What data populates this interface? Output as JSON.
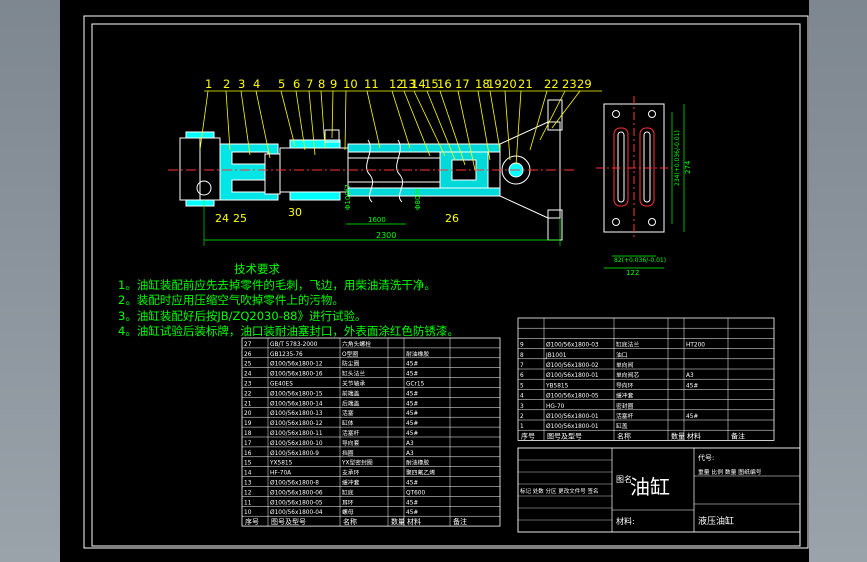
{
  "colors": {
    "bg": "#000000",
    "frame": "#ffffff",
    "green": "#00ff00",
    "yellow": "#ffff00",
    "cyan": "#00ffff",
    "red": "#ff3333",
    "magenta": "#ff00ff",
    "blue": "#4466ff"
  },
  "balloons": [
    "1",
    "2",
    "3",
    "4",
    "5",
    "6",
    "7",
    "8",
    "9",
    "10",
    "11",
    "12",
    "13",
    "14",
    "15",
    "16",
    "17",
    "18",
    "19",
    "20",
    "21",
    "22",
    "23",
    "29"
  ],
  "lower_labels": {
    "l24": "24",
    "l25": "25",
    "l30": "30",
    "l26": "26"
  },
  "dims": {
    "total": "2300",
    "stroke": "1600",
    "side_h": "274",
    "side_w": "122",
    "side_v": "234(+0.036/-0.01)",
    "side_bottom": "82(+0.036/-0.01)",
    "phi_a": "Φ100f7",
    "phi_b": "Φ80f9"
  },
  "tech": {
    "title": "技术要求",
    "lines": [
      "1。油缸装配前应先去掉零件的毛刺，飞边，用柴油清洗干净。",
      "2。装配时应用压缩空气吹掉零件上的污物。",
      "3。油缸装配好后按JB/ZQ2030-88》进行试验。",
      "4。油缸试验后装标牌，油口装耐油塞封口，外表面涂红色防锈漆。"
    ]
  },
  "left_rows": [
    [
      "27",
      "GB/T 5783-2000",
      "六角头螺栓",
      "",
      "",
      ""
    ],
    [
      "26",
      "GB1235-76",
      "O型圈",
      "",
      "耐油橡胶",
      ""
    ],
    [
      "25",
      "Ø100/56x1800-12",
      "防尘圈",
      "",
      "45#",
      ""
    ],
    [
      "24",
      "Ø100/56x1800-16",
      "缸头法兰",
      "",
      "45#",
      ""
    ],
    [
      "23",
      "GE40ES",
      "关节轴承",
      "",
      "GCr15",
      ""
    ],
    [
      "22",
      "Ø100/56x1800-15",
      "前端盖",
      "",
      "45#",
      ""
    ],
    [
      "21",
      "Ø100/56x1800-14",
      "后端盖",
      "",
      "45#",
      ""
    ],
    [
      "20",
      "Ø100/56x1800-13",
      "活塞",
      "",
      "45#",
      ""
    ],
    [
      "19",
      "Ø100/56x1800-12",
      "缸体",
      "",
      "45#",
      ""
    ],
    [
      "18",
      "Ø100/56x1800-11",
      "活塞杆",
      "",
      "45#",
      ""
    ],
    [
      "17",
      "Ø100/56x1800-10",
      "导向套",
      "",
      "A3",
      ""
    ],
    [
      "16",
      "Ø100/56x1800-9",
      "挡圈",
      "",
      "A3",
      ""
    ],
    [
      "15",
      "YX5815",
      "YX型密封圈",
      "",
      "耐油橡胶",
      ""
    ],
    [
      "14",
      "HF-70A",
      "支承环",
      "",
      "聚四氟乙烯",
      ""
    ],
    [
      "13",
      "Ø100/56x1800-8",
      "缓冲套",
      "",
      "45#",
      ""
    ],
    [
      "12",
      "Ø100/56x1800-06",
      "缸底",
      "",
      "QT600",
      ""
    ],
    [
      "11",
      "Ø100/56x1800-05",
      "耳环",
      "",
      "45#",
      ""
    ],
    [
      "10",
      "Ø100/56x1800-04",
      "螺母",
      "",
      "45#",
      ""
    ]
  ],
  "left_head": [
    "序号",
    "图号及型号",
    "名称",
    "数量",
    "材料",
    "备注"
  ],
  "right_rows": [
    [
      "",
      "",
      "",
      "",
      "",
      ""
    ],
    [
      "",
      "",
      "",
      "",
      "",
      ""
    ],
    [
      "9",
      "Ø100/56x1800-03",
      "缸底法兰",
      "",
      "HT200",
      ""
    ],
    [
      "8",
      "JB1001",
      "油口",
      "",
      "",
      ""
    ],
    [
      "7",
      "Ø100/56x1800-02",
      "单向阀",
      "",
      "",
      ""
    ],
    [
      "6",
      "Ø100/56x1800-01",
      "单向阀芯",
      "",
      "A3",
      ""
    ],
    [
      "5",
      "YB5815",
      "导向环",
      "",
      "45#",
      ""
    ],
    [
      "4",
      "Ø100/56x1800-05",
      "缓冲套",
      "",
      "",
      ""
    ],
    [
      "3",
      "HG-70",
      "密封圈",
      "",
      "",
      ""
    ],
    [
      "2",
      "Ø100/56x1800-01",
      "活塞杆",
      "",
      "45#",
      ""
    ],
    [
      "1",
      "Ø100/56x1800-01",
      "缸盖",
      "",
      "",
      ""
    ]
  ],
  "right_head": [
    "序号",
    "图号及型号",
    "名称",
    "数量",
    "材料",
    "备注"
  ],
  "title_block": {
    "name": "油缸",
    "material_label": "材料:",
    "code_label": "代号:",
    "product": "液压油缸",
    "sub": "重量 比例 数量 图纸编号",
    "fig_label": "图名",
    "scale_row": "标记 处数 分区 更改文件号 签名"
  }
}
